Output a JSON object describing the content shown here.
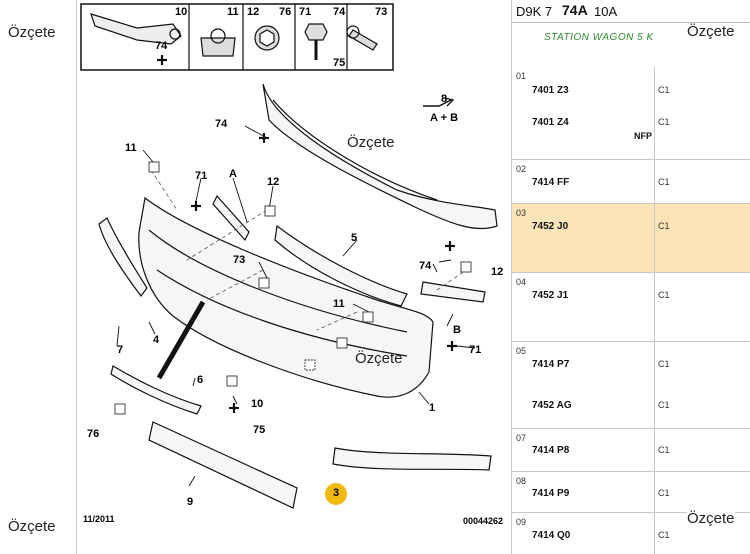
{
  "watermark": "Özçete",
  "diagram": {
    "date_code": "11/2011",
    "ref_code": "00044262",
    "detail_labels": [
      "10",
      "11",
      "12",
      "76",
      "71",
      "74",
      "73",
      "75"
    ],
    "view_ref": {
      "number": "8",
      "sub": "A + B"
    },
    "callouts": [
      "74",
      "11",
      "71",
      "A",
      "12",
      "5",
      "73",
      "74",
      "12",
      "11",
      "B",
      "71",
      "7",
      "4",
      "6",
      "10",
      "75",
      "76",
      "1",
      "9",
      "3"
    ]
  },
  "parts": {
    "header": {
      "prefix": "D9K 7",
      "group": "74A",
      "suffix": "10A"
    },
    "model": "STATION WAGON 5 K",
    "rows": [
      {
        "num": "01",
        "lines": [
          {
            "code": "7401 Z3",
            "cc": "C1"
          },
          {
            "code": "7401 Z4",
            "cc": "C1",
            "extra": "NFP"
          }
        ],
        "selected": false
      },
      {
        "num": "02",
        "lines": [
          {
            "code": "7414 FF",
            "cc": "C1"
          }
        ],
        "selected": false
      },
      {
        "num": "03",
        "lines": [
          {
            "code": "7452 J0",
            "cc": "C1"
          }
        ],
        "selected": true
      },
      {
        "num": "04",
        "lines": [
          {
            "code": "7452 J1",
            "cc": "C1"
          }
        ],
        "selected": false
      },
      {
        "num": "05",
        "lines": [
          {
            "code": "7414 P7",
            "cc": "C1"
          },
          {
            "code": "7452 AG",
            "cc": "C1"
          }
        ],
        "selected": false
      },
      {
        "num": "07",
        "lines": [
          {
            "code": "7414 P8",
            "cc": "C1"
          }
        ],
        "selected": false
      },
      {
        "num": "08",
        "lines": [
          {
            "code": "7414 P9",
            "cc": "C1"
          }
        ],
        "selected": false
      },
      {
        "num": "09",
        "lines": [
          {
            "code": "7414 Q0",
            "cc": "C1"
          }
        ],
        "selected": false
      }
    ]
  },
  "colors": {
    "selected_row": "#fde4b8",
    "model_text": "#2e8b2e",
    "callout_circle": "#f2b90f"
  }
}
